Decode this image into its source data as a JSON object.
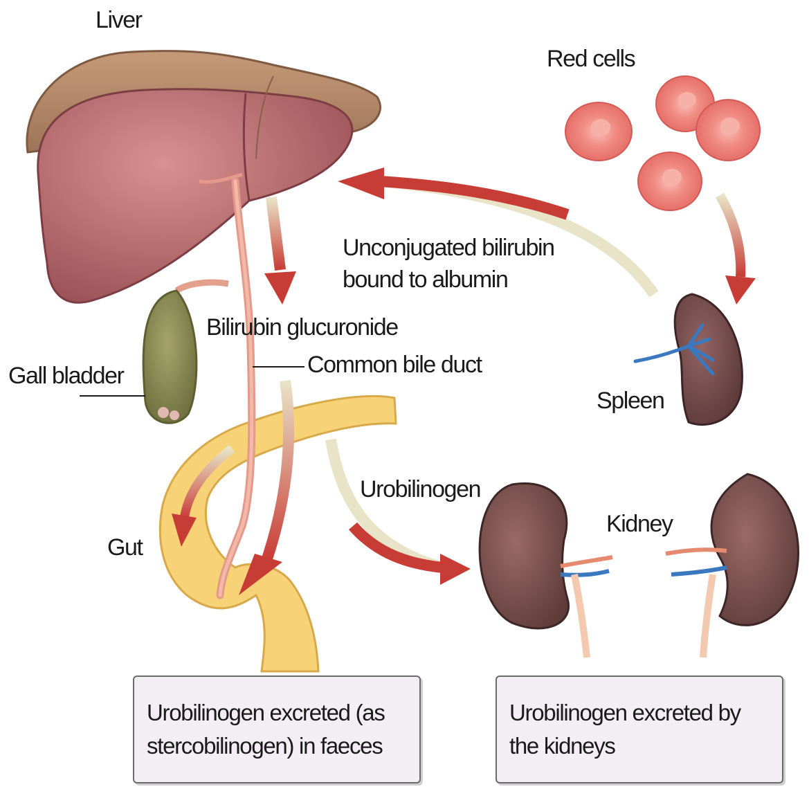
{
  "labels": {
    "liver": "Liver",
    "red_cells": "Red cells",
    "unconjugated_line1": "Unconjugated bilirubin",
    "unconjugated_line2": "bound to albumin",
    "bilirubin_glucuronide": "Bilirubin glucuronide",
    "common_bile_duct": "Common bile duct",
    "gall_bladder": "Gall bladder",
    "spleen": "Spleen",
    "urobilinogen": "Urobilinogen",
    "kidney": "Kidney",
    "gut": "Gut"
  },
  "boxes": {
    "faeces": {
      "line1": "Urobilinogen excreted (as",
      "line2": "stercobilinogen) in faeces"
    },
    "kidneys": {
      "line1": "Urobilinogen excreted by",
      "line2": "the kidneys"
    }
  },
  "colors": {
    "arrow": "#c8403a",
    "liver": "#b86a6a",
    "liver_cap": "#b48968",
    "gall_bladder": "#8a8a50",
    "spleen": "#6e4848",
    "kidney": "#7a5252",
    "gut": "#f6cf6e",
    "red_cell": "#ef8a80",
    "vein": "#3a78c0",
    "box_fill": "#f3eef4"
  }
}
